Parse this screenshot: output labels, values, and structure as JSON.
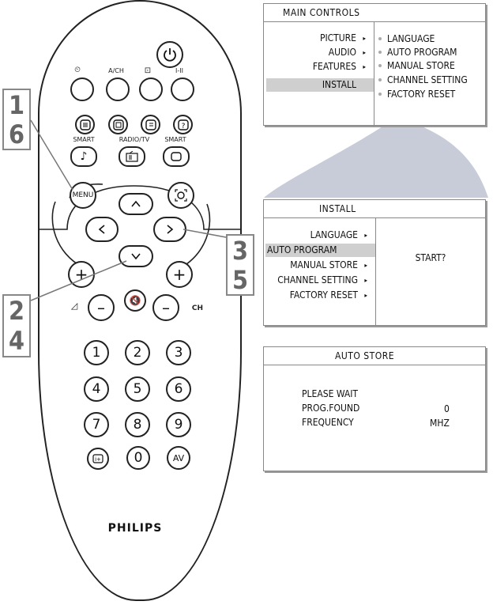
{
  "remote": {
    "top_labels": [
      "A/CH",
      "I-II"
    ],
    "smart_labels": {
      "left": "SMART",
      "center": "RADIO/TV",
      "right": "SMART"
    },
    "menu_label": "MENU",
    "ch_label": "CH",
    "numbers": [
      "1",
      "2",
      "3",
      "4",
      "5",
      "6",
      "7",
      "8",
      "9",
      "0"
    ],
    "av_label": "AV",
    "brand": "PHILIPS"
  },
  "steps": {
    "top": [
      "1",
      "6"
    ],
    "right": [
      "3",
      "5"
    ],
    "bottom": [
      "2",
      "4"
    ]
  },
  "main_controls": {
    "title": "MAIN CONTROLS",
    "items": [
      {
        "label": "PICTURE",
        "arrow": "▸"
      },
      {
        "label": "AUDIO",
        "arrow": "▸"
      },
      {
        "label": "FEATURES",
        "arrow": "▸"
      },
      {
        "label": "INSTALL",
        "arrow": ""
      }
    ],
    "submenu": [
      "LANGUAGE",
      "AUTO PROGRAM",
      "MANUAL STORE",
      "CHANNEL SETTING",
      "FACTORY RESET"
    ]
  },
  "install": {
    "title": "INSTALL",
    "items": [
      {
        "label": "LANGUAGE",
        "arrow": "▸"
      },
      {
        "label": "AUTO PROGRAM",
        "arrow": ""
      },
      {
        "label": "MANUAL STORE",
        "arrow": "▸"
      },
      {
        "label": "CHANNEL SETTING",
        "arrow": "▸"
      },
      {
        "label": "FACTORY RESET",
        "arrow": "▸"
      }
    ],
    "prompt": "START?"
  },
  "auto_store": {
    "title": "AUTO STORE",
    "lines": [
      "PLEASE WAIT",
      "PROG.FOUND",
      "FREQUENCY"
    ],
    "prog_value": "0",
    "freq_unit": "MHZ"
  },
  "colors": {
    "selection": "#cfcfcf",
    "connector": "#c8ccd8",
    "step_text": "#666666"
  }
}
